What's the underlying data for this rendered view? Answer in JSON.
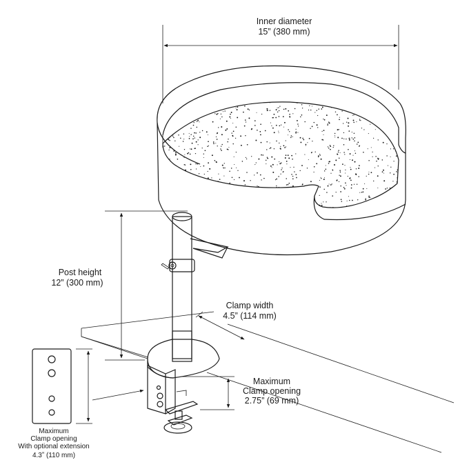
{
  "labels": {
    "inner_diameter_title": "Inner diameter",
    "inner_diameter_value": "15” (380 mm)",
    "post_height_title": "Post height",
    "post_height_value": "12” (300 mm)",
    "clamp_width_title": "Clamp width",
    "clamp_width_value": "4.5” (114 mm)",
    "max_clamp_line1": "Maximum",
    "max_clamp_line2": "Clamp opening",
    "max_clamp_value": "2.75” (69 mm)",
    "ext_line1": "Maximum",
    "ext_line2": "Clamp opening",
    "ext_line3": "With optional extension",
    "ext_value": "4.3ˮ (110 mm)"
  },
  "colors": {
    "stroke": "#1a1a1a",
    "fill": "#ffffff"
  },
  "icons": {
    "arrow": "arrowhead",
    "texture": "speckle-texture"
  }
}
